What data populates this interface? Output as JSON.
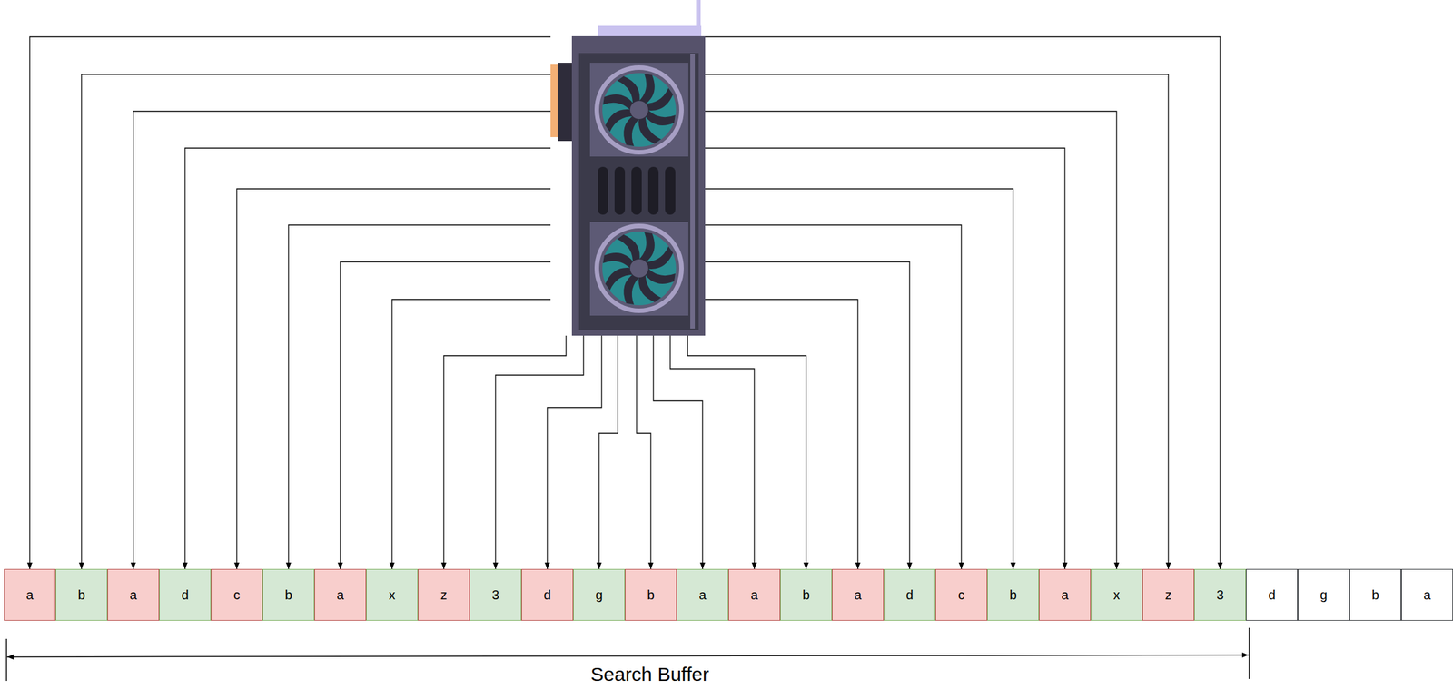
{
  "diagram": {
    "nodes": [
      {
        "text": [
          "a"
        ]
      },
      {
        "text": [
          "b"
        ]
      },
      {
        "text": [
          "a"
        ]
      },
      {
        "text": [
          "d"
        ]
      },
      {
        "text": [
          "c"
        ]
      },
      {
        "text": [
          "b"
        ]
      },
      {
        "text": [
          "a"
        ]
      },
      {
        "text": [
          "x"
        ]
      },
      {
        "text": [
          "z"
        ]
      },
      {
        "text": [
          "3"
        ]
      },
      {
        "text": [
          "d"
        ]
      },
      {
        "text": [
          "g"
        ]
      },
      {
        "text": [
          "b"
        ]
      },
      {
        "text": [
          "a"
        ]
      },
      {
        "text": [
          "a"
        ]
      },
      {
        "text": [
          "b"
        ]
      },
      {
        "text": [
          "a"
        ]
      },
      {
        "text": [
          "d"
        ]
      },
      {
        "text": [
          "c"
        ]
      },
      {
        "text": [
          "b"
        ]
      },
      {
        "text": [
          "a"
        ]
      },
      {
        "text": [
          "x"
        ]
      },
      {
        "text": [
          "z"
        ]
      },
      {
        "text": [
          "3"
        ]
      },
      {
        "text": [
          "d"
        ]
      },
      {
        "text": [
          "g"
        ]
      },
      {
        "text": [
          "b"
        ]
      },
      {
        "text": [
          "a"
        ]
      }
    ],
    "labels": [
      "Search Buffer"
    ]
  }
}
